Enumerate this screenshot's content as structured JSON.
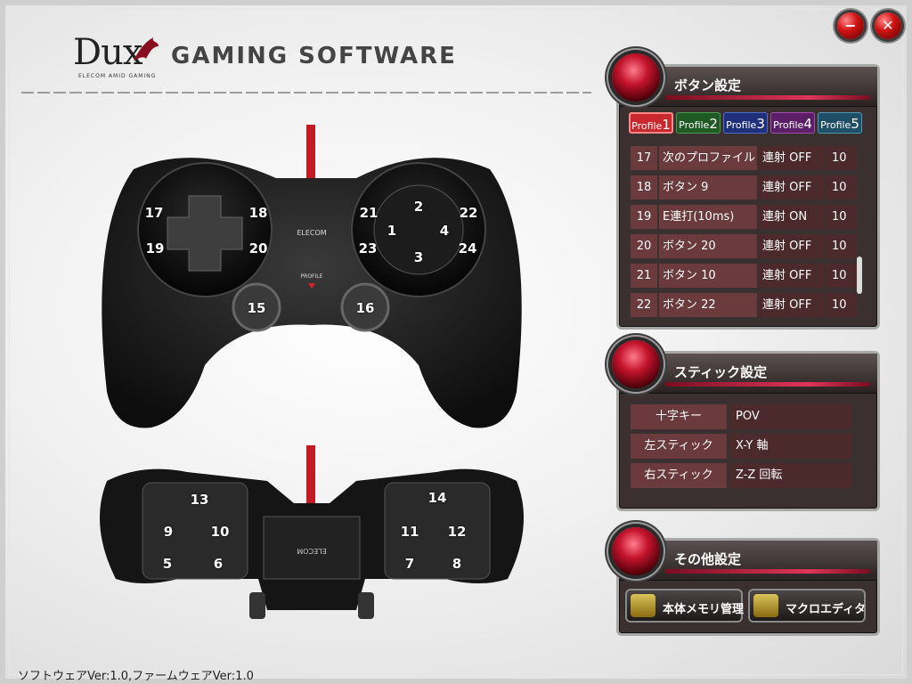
{
  "header": {
    "logo_text": "Dux",
    "logo_sub": "ELECOM AMID GAMING",
    "app_title": "GAMING SOFTWARE",
    "minimize_label": "−",
    "close_label": "✕"
  },
  "gamepad_front": {
    "brand": "ELECOM",
    "profile_text": "PROFILE",
    "buttons": [
      "17",
      "18",
      "19",
      "20",
      "21",
      "2",
      "22",
      "1",
      "4",
      "23",
      "24",
      "3",
      "15",
      "16"
    ]
  },
  "gamepad_back": {
    "brand": "ELECOM",
    "buttons": [
      "13",
      "9",
      "10",
      "5",
      "6",
      "14",
      "11",
      "12",
      "7",
      "8"
    ]
  },
  "button_settings": {
    "title": "ボタン設定",
    "profiles": [
      {
        "label": "Profile",
        "num": "1",
        "color": "#c8282e"
      },
      {
        "label": "Profile",
        "num": "2",
        "color": "#1f7a2a"
      },
      {
        "label": "Profile",
        "num": "3",
        "color": "#1f3a8a"
      },
      {
        "label": "Profile",
        "num": "4",
        "color": "#7a2a86"
      },
      {
        "label": "Profile",
        "num": "5",
        "color": "#1f6a86"
      }
    ],
    "rows": [
      {
        "no": "17",
        "name": "次のプロファイルへ",
        "rapid": "連射 OFF",
        "val": "10"
      },
      {
        "no": "18",
        "name": "ボタン 9",
        "rapid": "連射 OFF",
        "val": "10"
      },
      {
        "no": "19",
        "name": "E連打(10ms)",
        "rapid": "連射 ON",
        "val": "10"
      },
      {
        "no": "20",
        "name": "ボタン 20",
        "rapid": "連射 OFF",
        "val": "10"
      },
      {
        "no": "21",
        "name": "ボタン 10",
        "rapid": "連射 OFF",
        "val": "10"
      },
      {
        "no": "22",
        "name": "ボタン 22",
        "rapid": "連射 OFF",
        "val": "10"
      }
    ]
  },
  "stick_settings": {
    "title": "スティック設定",
    "rows": [
      {
        "label": "十字キー",
        "value": "POV"
      },
      {
        "label": "左スティック",
        "value": "X-Y 軸"
      },
      {
        "label": "右スティック",
        "value": "Z-Z 回転"
      }
    ]
  },
  "other_settings": {
    "title": "その他設定",
    "memory_button": "本体メモリ管理",
    "macro_button": "マクロエディタ"
  },
  "footer": {
    "version": "ソフトウェアVer:1.0,ファームウェアVer:1.0"
  },
  "colors": {
    "accent": "#c4142c",
    "panel_bg": "#3a302f",
    "cell_light": "#6a3a3d",
    "cell_dark": "#4c2a2c"
  }
}
